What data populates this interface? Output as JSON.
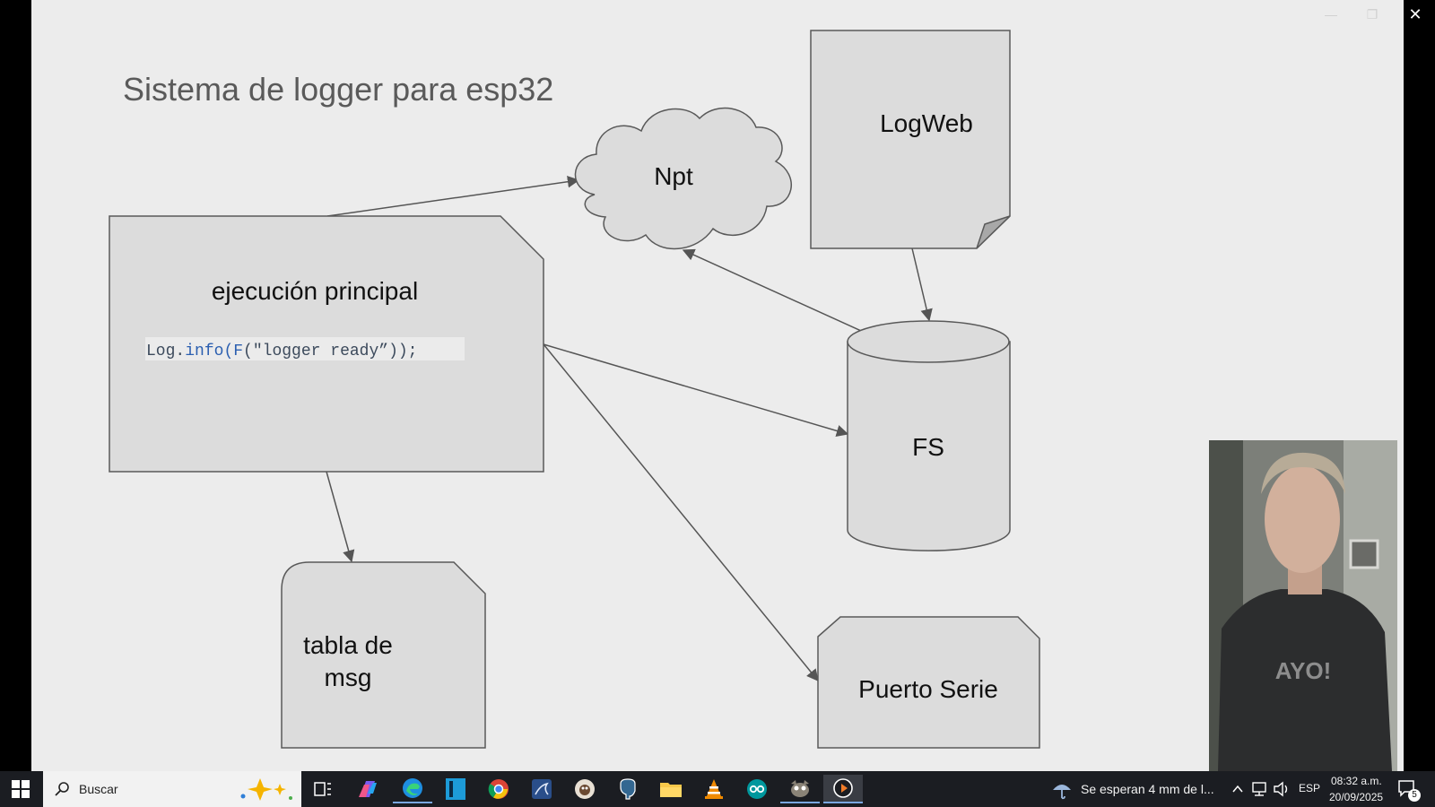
{
  "slide": {
    "title": "Sistema de logger para esp32",
    "nodes": {
      "main": {
        "label": "ejecución principal",
        "code": "Log.info(F(\"logger ready”));"
      },
      "npt": {
        "label": "Npt"
      },
      "logweb": {
        "label": "LogWeb"
      },
      "fs": {
        "label": "FS"
      },
      "tabla": {
        "line1": "tabla de",
        "line2": "msg"
      },
      "puerto": {
        "label": "Puerto Serie"
      }
    }
  },
  "taskbar": {
    "search_label": "Buscar",
    "weather_text": "Se esperan 4 mm de l...",
    "language": "ESP",
    "time": "08:32 a.m.",
    "date": "20/09/2025",
    "notification_count": "5"
  },
  "colors": {
    "slide_bg": "#ececec",
    "shape_fill": "#dcdcdc",
    "shape_stroke": "#595959",
    "taskbar_bg": "#1b1d22",
    "code_keyword": "#2b5fb0"
  }
}
